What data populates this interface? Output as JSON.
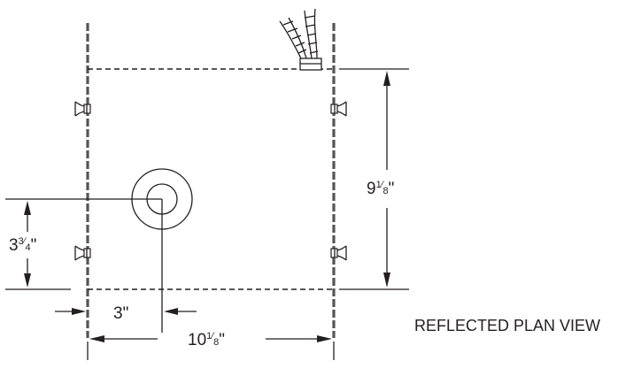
{
  "view_label": "REFLECTED PLAN VIEW",
  "dimensions": {
    "height": {
      "whole": "9",
      "num": "1",
      "den": "8",
      "unit": "\""
    },
    "width": {
      "whole": "10",
      "num": "1",
      "den": "8",
      "unit": "\""
    },
    "vertical_offset": {
      "whole": "3",
      "num": "3",
      "den": "4",
      "unit": "\""
    },
    "horizontal_offset": {
      "text": "3\""
    }
  }
}
